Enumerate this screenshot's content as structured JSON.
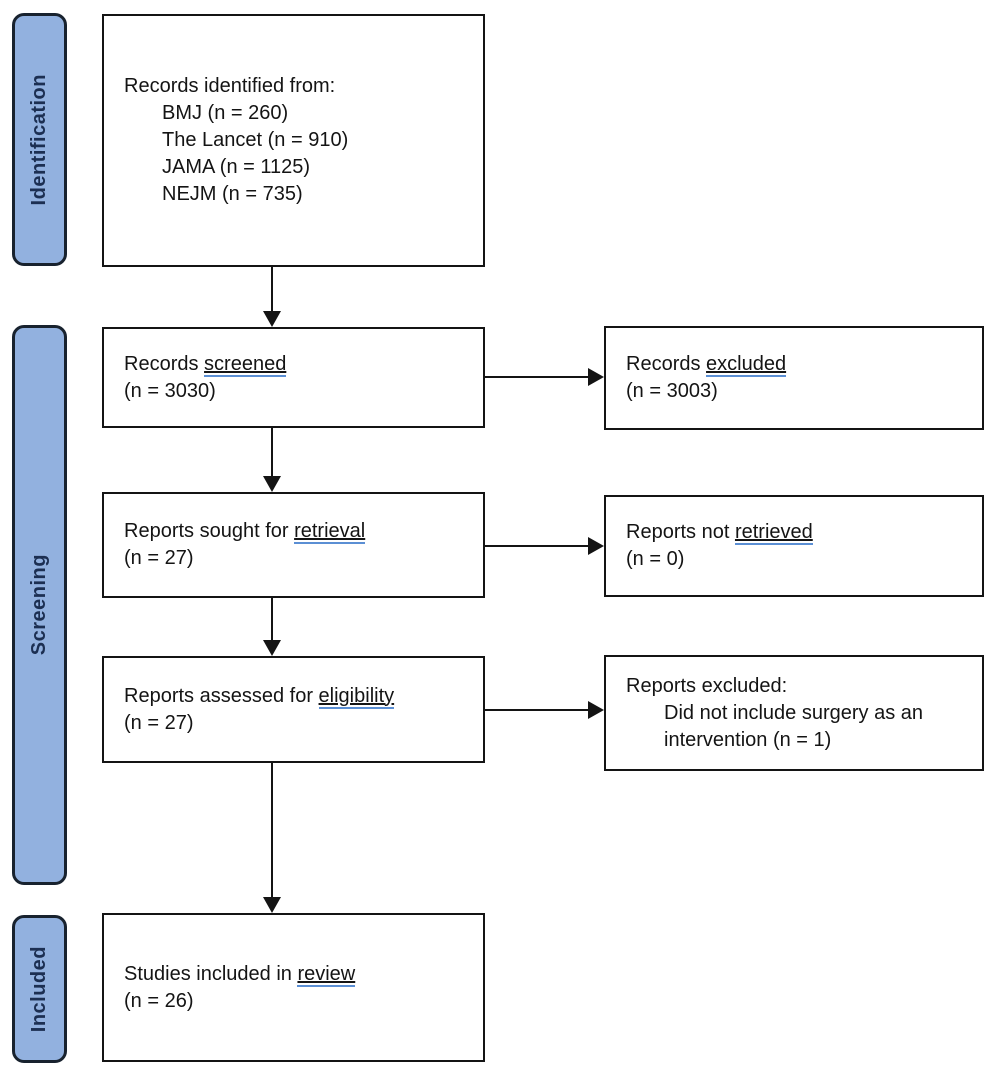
{
  "stages": {
    "identification": "Identification",
    "screening": "Screening",
    "included": "Included"
  },
  "boxes": {
    "identified": {
      "title": "Records identified from:",
      "sources": [
        "BMJ (n = 260)",
        "The Lancet (n = 910)",
        "JAMA (n = 1125)",
        "NEJM (n = 735)"
      ]
    },
    "screened": {
      "prefix": "Records",
      "underlined": "screened",
      "count": "(n = 3030)"
    },
    "excluded": {
      "prefix": "Records",
      "underlined": "excluded",
      "count": "(n = 3003)"
    },
    "sought": {
      "prefix": "Reports sought for",
      "underlined": "retrieval",
      "count": "(n = 27)"
    },
    "not_retrieved": {
      "prefix": "Reports not",
      "underlined": "retrieved",
      "count": "(n = 0)"
    },
    "assessed": {
      "prefix": "Reports assessed for",
      "underlined": "eligibility",
      "count": "(n = 27)"
    },
    "reports_excluded": {
      "title": "Reports excluded:",
      "reason": "Did not include surgery as an intervention (n = 1)"
    },
    "included_studies": {
      "prefix": "Studies included in",
      "underlined": "review",
      "count": "(n = 26)"
    }
  },
  "colors": {
    "stage_bar_fill": "#92b1df",
    "stage_bar_border": "#18222e",
    "stage_text": "#1c2f52",
    "box_border": "#141414",
    "text": "#141414",
    "link_underline": "#5b8fd4"
  }
}
